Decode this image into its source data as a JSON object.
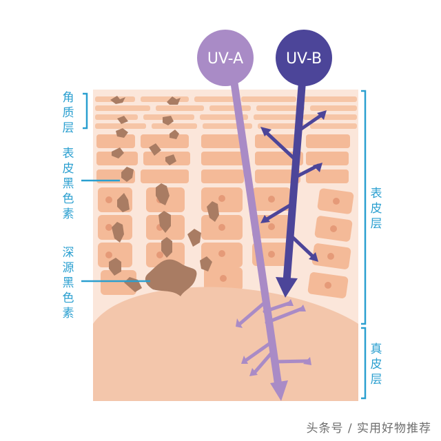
{
  "labels": {
    "stratum_corneum": "角质层",
    "epidermal_melanin": "表皮黑色素",
    "deep_melanin": "深源黑色素",
    "epidermis": "表皮层",
    "dermis": "真皮层"
  },
  "rays": {
    "uva": {
      "label": "UV-A",
      "color": "#a98bc6"
    },
    "uvb": {
      "label": "UV-B",
      "color": "#4c4599"
    }
  },
  "colors": {
    "skin_band": "#f6c5a6",
    "cell": "#f4ba98",
    "nucleus": "#e59a78",
    "melanin": "#a97c63",
    "dermis": "#f3c6ab",
    "bracket": "#2a9fd0"
  },
  "watermark": "头条号 / 实用好物推荐"
}
